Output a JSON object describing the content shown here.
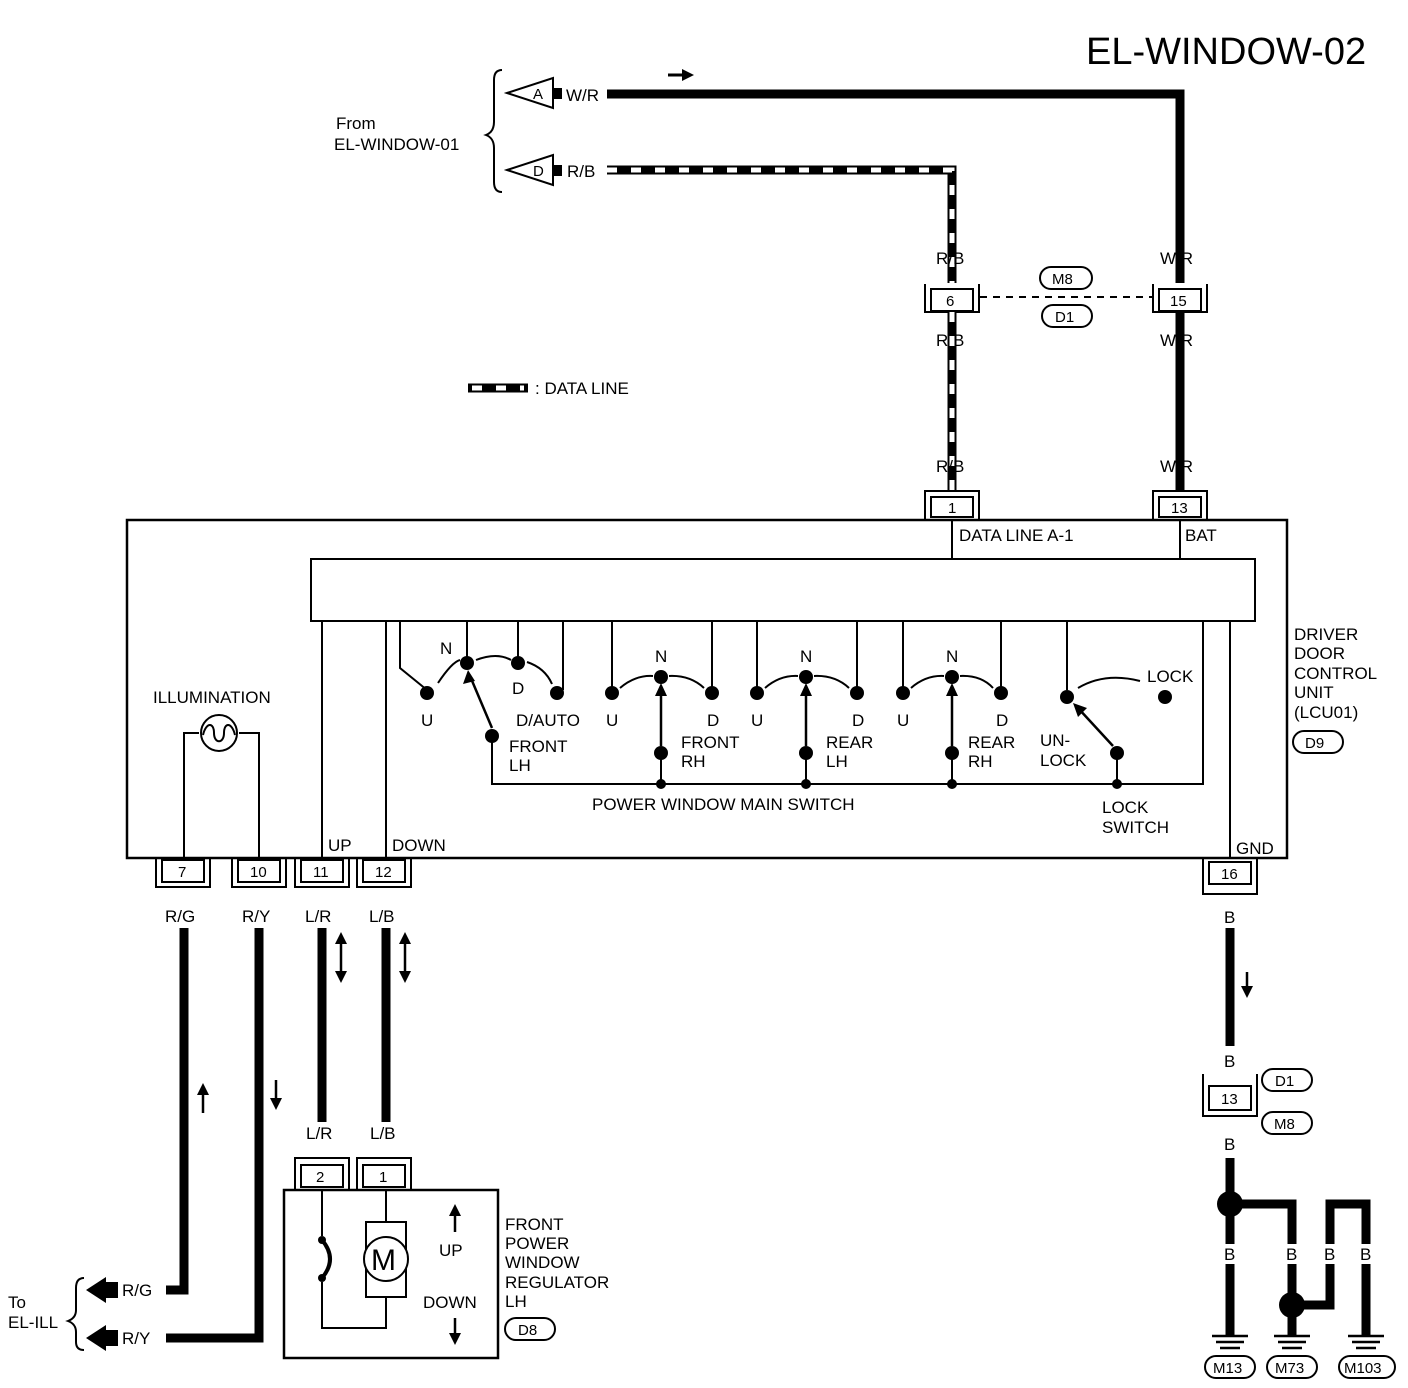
{
  "title": "EL-WINDOW-02",
  "source": {
    "from_line1": "From",
    "from_line2": "EL-WINDOW-01",
    "conn_a": "A",
    "conn_d": "D",
    "wire_a": "W/R",
    "wire_d": "R/B"
  },
  "legend": {
    "text": ": DATA LINE"
  },
  "joint": {
    "pin_rb": "6",
    "pin_wr": "15",
    "conn_top": "M8",
    "conn_bottom": "D1",
    "rb": "R/B",
    "wr": "W/R"
  },
  "unit": {
    "name_lines": [
      "DRIVER",
      "DOOR",
      "CONTROL",
      "UNIT",
      "(LCU01)"
    ],
    "connector": "D9",
    "pin_data": "1",
    "pin_bat": "13",
    "label_data": "DATA LINE A-1",
    "label_bat": "BAT",
    "label_up": "UP",
    "label_down": "DOWN",
    "label_gnd": "GND",
    "illumination": "ILLUMINATION",
    "main_switch": "POWER WINDOW MAIN SWITCH",
    "lock_switch_1": "LOCK",
    "lock_switch_2": "SWITCH",
    "pins_bottom": [
      "7",
      "10",
      "11",
      "12",
      "16"
    ],
    "wires_bottom": [
      "R/G",
      "R/Y",
      "L/R",
      "L/B",
      "B"
    ]
  },
  "switches": {
    "n": "N",
    "u": "U",
    "d": "D",
    "d_auto": "D/AUTO",
    "front_lh_1": "FRONT",
    "front_lh_2": "LH",
    "front_rh_1": "FRONT",
    "front_rh_2": "RH",
    "rear_lh_1": "REAR",
    "rear_lh_2": "LH",
    "rear_rh_1": "REAR",
    "rear_rh_2": "RH",
    "unlock_1": "UN-",
    "unlock_2": "LOCK",
    "lock": "LOCK"
  },
  "regulator": {
    "name_lines": [
      "FRONT",
      "POWER",
      "WINDOW",
      "REGULATOR",
      "LH"
    ],
    "connector": "D8",
    "pin_2": "2",
    "pin_1": "1",
    "wire_lr": "L/R",
    "wire_lb": "L/B",
    "motor": "M",
    "up": "UP",
    "down": "DOWN"
  },
  "ill_out": {
    "to_line1": "To",
    "to_line2": "EL-ILL",
    "rg": "R/G",
    "ry": "R/Y"
  },
  "ground": {
    "wire": "B",
    "joint_pin": "13",
    "conn_d1": "D1",
    "conn_m8": "M8",
    "grounds": [
      "M13",
      "M73",
      "M103"
    ]
  }
}
